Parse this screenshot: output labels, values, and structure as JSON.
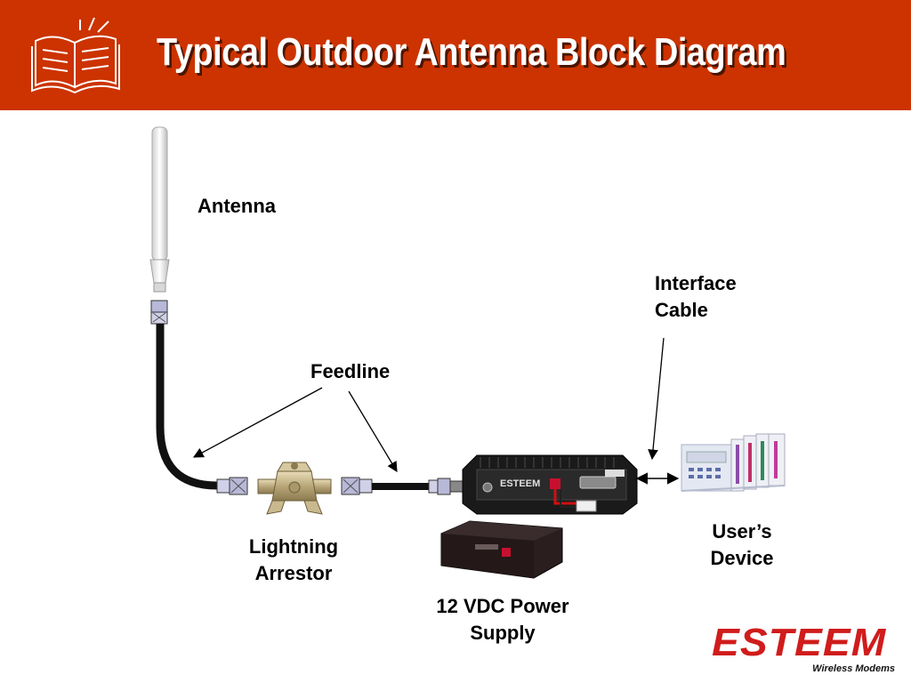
{
  "header": {
    "title": "Typical Outdoor Antenna Block Diagram"
  },
  "labels": {
    "antenna": "Antenna",
    "interface_cable": [
      "Interface",
      "Cable"
    ],
    "feedline": "Feedline",
    "lightning_arrestor": [
      "Lightning",
      "Arrestor"
    ],
    "power_supply": [
      "12 VDC Power",
      "Supply"
    ],
    "users_device": [
      "User’s",
      "Device"
    ]
  },
  "devices": {
    "modem_brand": "ESTEEM"
  },
  "logo": {
    "brand": "ESTEEM",
    "tagline": "Wireless Modems"
  },
  "colors": {
    "header_bg": "#cc3300",
    "logo_red": "#d01c1c",
    "arrow": "#000000"
  }
}
